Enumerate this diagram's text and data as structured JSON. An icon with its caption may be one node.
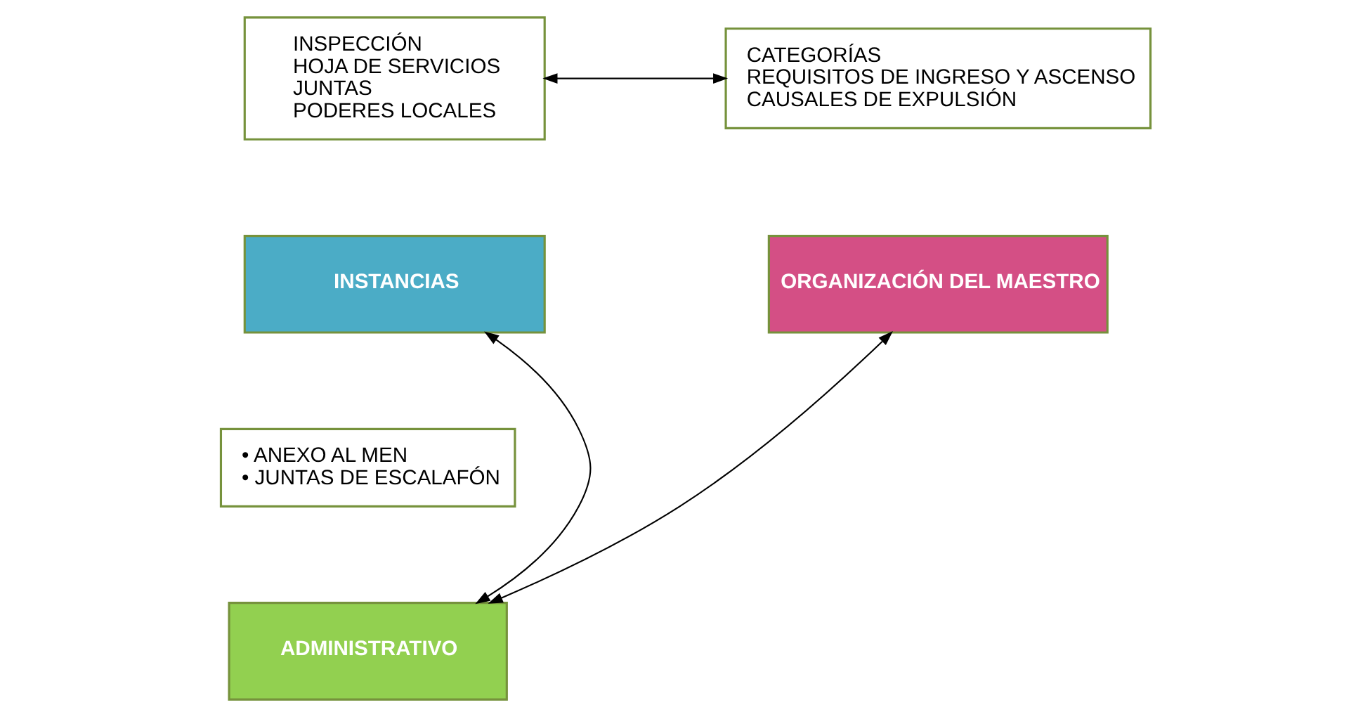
{
  "diagram": {
    "nodes": [
      {
        "text": [
          "INSPECCIÓN",
          "HOJA DE SERVICIOS",
          "JUNTAS",
          "PODERES LOCALES"
        ]
      },
      {
        "text": [
          "CATEGORÍAS",
          "REQUISITOS DE INGRESO Y ASCENSO",
          "CAUSALES DE EXPULSIÓN"
        ]
      },
      {
        "text": [
          "INSTANCIAS"
        ]
      },
      {
        "text": [
          "ORGANIZACIÓN DEL MAESTRO"
        ]
      },
      {
        "text": [
          "• ANEXO AL MEN",
          "• JUNTAS DE ESCALAFÓN"
        ]
      },
      {
        "text": [
          "ADMINISTRATIVO"
        ]
      }
    ],
    "edges": [
      {
        "from": 0,
        "to": 1,
        "arrow": "both"
      },
      {
        "from": 2,
        "to": 5,
        "arrow": "both"
      },
      {
        "from": 5,
        "to": 3,
        "arrow": "both"
      }
    ]
  }
}
